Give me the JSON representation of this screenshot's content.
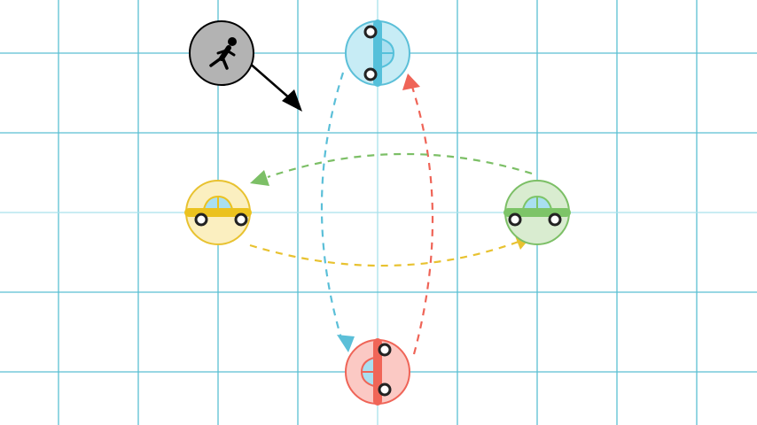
{
  "scene": {
    "background": "#ffffff",
    "grid_color": "#5bbfd2",
    "grid_center_color": "#a9e1ec"
  },
  "agents": [
    {
      "id": "pedestrian",
      "icon": "walking-person-icon",
      "fill": "#b3b3b3",
      "stroke": "#000000"
    },
    {
      "id": "car-blue",
      "icon": "car-icon",
      "heading": "down",
      "fill": "#c7ecf5",
      "stroke": "#5bbfd8",
      "body": "#55c0da"
    },
    {
      "id": "car-yellow",
      "icon": "car-icon",
      "heading": "right",
      "fill": "#fbefc0",
      "stroke": "#e8c230",
      "body": "#ebc21f"
    },
    {
      "id": "car-green",
      "icon": "car-icon",
      "heading": "left",
      "fill": "#d9ecd0",
      "stroke": "#7cbf66",
      "body": "#7dc468"
    },
    {
      "id": "car-red",
      "icon": "car-icon",
      "heading": "up",
      "fill": "#fbc9c4",
      "stroke": "#ef6457",
      "body": "#f06557"
    }
  ],
  "paths": [
    {
      "from": "pedestrian",
      "to": "crossing",
      "style": "solid",
      "color": "#000000"
    },
    {
      "from": "car-blue",
      "to": "car-red",
      "style": "dashed",
      "color": "#5bbfd8"
    },
    {
      "from": "car-red",
      "to": "car-blue",
      "style": "dashed",
      "color": "#ef6457"
    },
    {
      "from": "car-green",
      "to": "car-yellow",
      "style": "dashed",
      "color": "#7cbf66"
    },
    {
      "from": "car-yellow",
      "to": "car-green",
      "style": "dashed",
      "color": "#e8c230"
    }
  ]
}
